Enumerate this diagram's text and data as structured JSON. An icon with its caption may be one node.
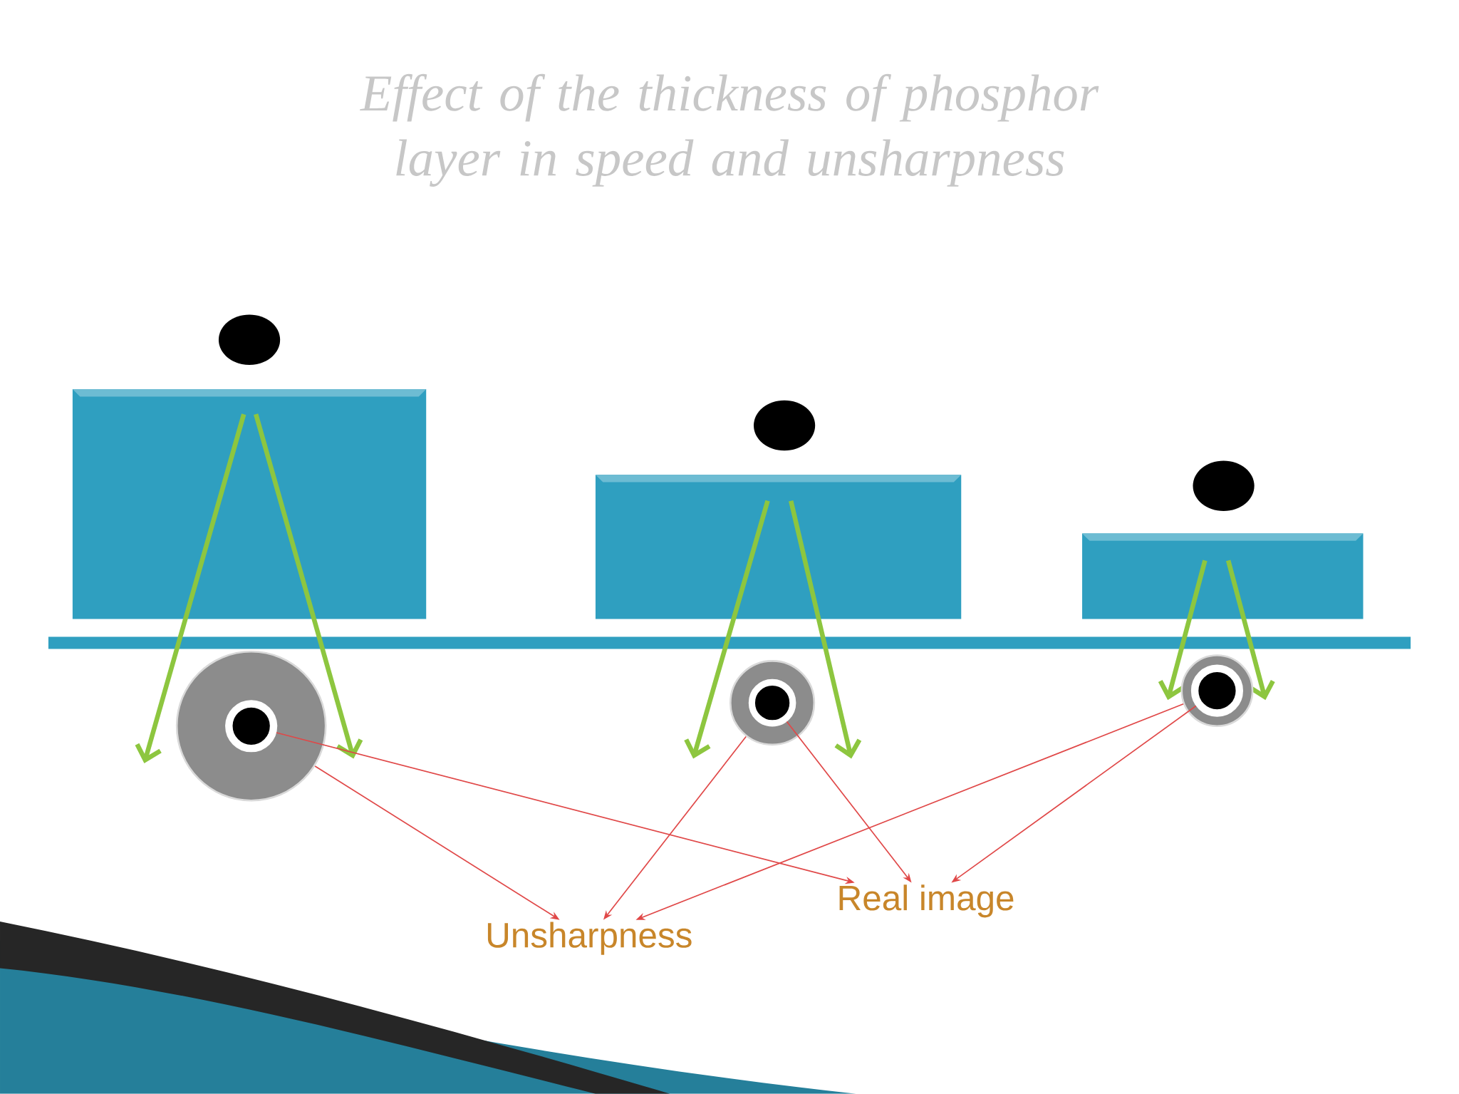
{
  "diagram": {
    "title": "Effect of the thickness of phosphor layer in speed and unsharpness",
    "nodes": [
      {
        "text": [
          "Real image"
        ]
      },
      {
        "text": [
          "Unsharpness"
        ]
      },
      {
        "text": [],
        "shape": "circle"
      },
      {
        "text": [],
        "shape": "circle",
        "in": 2
      },
      {
        "text": [],
        "shape": "circle"
      },
      {
        "text": [],
        "shape": "circle",
        "in": 4
      },
      {
        "text": [],
        "shape": "circle"
      },
      {
        "text": [],
        "shape": "circle",
        "in": 6
      }
    ],
    "edges": [
      {
        "from": 2,
        "to": 1,
        "arrow": "to"
      },
      {
        "from": 3,
        "to": 0,
        "arrow": "to"
      },
      {
        "from": 4,
        "to": 1,
        "arrow": "to"
      },
      {
        "from": 5,
        "to": 0,
        "arrow": "to"
      },
      {
        "from": 6,
        "to": 1,
        "arrow": "to"
      },
      {
        "from": 7,
        "to": 0,
        "arrow": "to"
      }
    ]
  }
}
